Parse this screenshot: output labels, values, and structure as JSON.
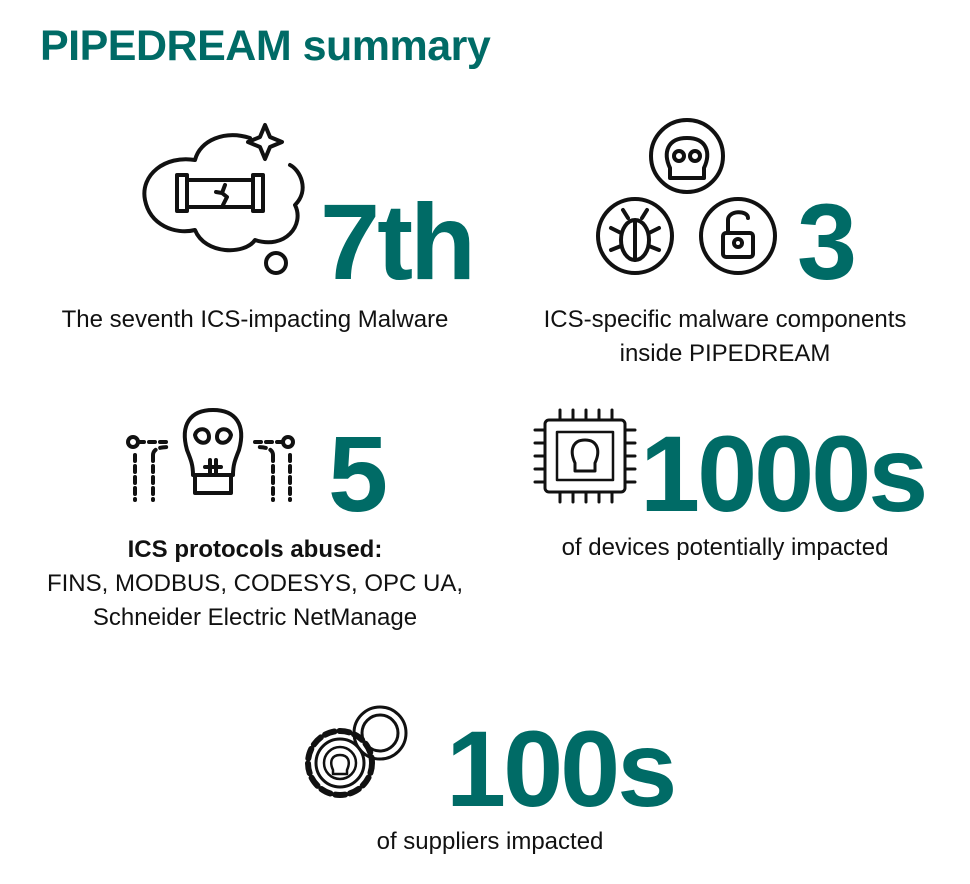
{
  "title": "PIPEDREAM summary",
  "accent_color": "#006b66",
  "stats": [
    {
      "icon": "thought-cloud-broken-pipe-icon",
      "value": "7th",
      "caption": [
        "The seventh ICS-impacting Malware"
      ]
    },
    {
      "icon": "skull-bug-unlock-icon",
      "value": "3",
      "caption": [
        "ICS-specific malware components",
        "inside PIPEDREAM"
      ]
    },
    {
      "icon": "skull-circuit-icon",
      "value": "5",
      "caption_bold": "ICS protocols abused:",
      "caption": [
        "FINS, MODBUS, CODESYS, OPC UA,",
        "Schneider Electric NetManage"
      ]
    },
    {
      "icon": "chip-skull-icon",
      "value": "1000s",
      "caption": [
        "of devices potentially impacted"
      ]
    },
    {
      "icon": "gears-skull-icon",
      "value": "100s",
      "caption": [
        "of suppliers impacted"
      ]
    }
  ]
}
